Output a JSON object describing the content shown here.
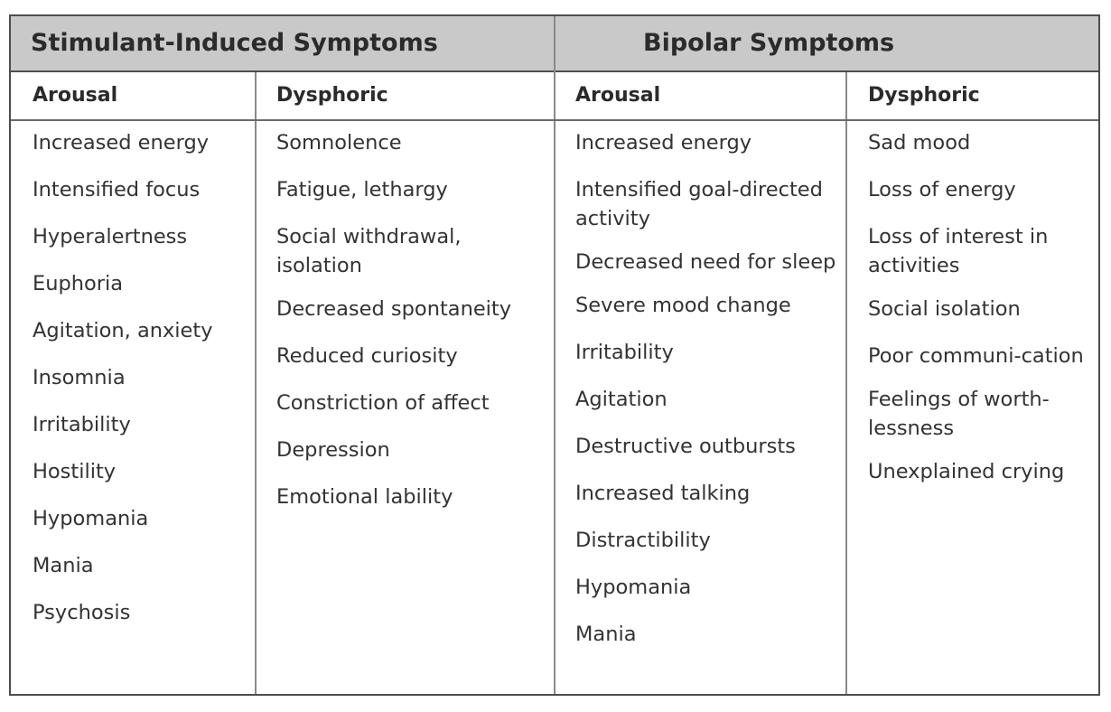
{
  "table": {
    "groups": [
      {
        "label": "Stimulant-Induced Symptoms"
      },
      {
        "label": "Bipolar Symptoms"
      }
    ],
    "columns": [
      {
        "header": "Arousal",
        "items": [
          "Increased energy",
          "Intensified focus",
          "Hyperalertness",
          "Euphoria",
          "Agitation, anxiety",
          "Insomnia",
          "Irritability",
          "Hostility",
          "Hypomania",
          "Mania",
          "Psychosis"
        ]
      },
      {
        "header": "Dysphoric",
        "items": [
          "Somnolence",
          "Fatigue, lethargy",
          "Social withdrawal, isolation",
          "Decreased spontaneity",
          "Reduced curiosity",
          "Constriction of affect",
          "Depression",
          "Emotional lability"
        ]
      },
      {
        "header": "Arousal",
        "items": [
          "Increased energy",
          "Intensified goal-directed activity",
          "Decreased need for sleep",
          "Severe mood change",
          "Irritability",
          "Agitation",
          "Destructive outbursts",
          "Increased talking",
          "Distractibility",
          "Hypomania",
          "Mania"
        ]
      },
      {
        "header": "Dysphoric",
        "items": [
          "Sad mood",
          "Loss of energy",
          "Loss of interest in activities",
          "Social isolation",
          "Poor communi-cation",
          "Feelings of worth-lessness",
          "Unexplained crying"
        ]
      }
    ]
  }
}
